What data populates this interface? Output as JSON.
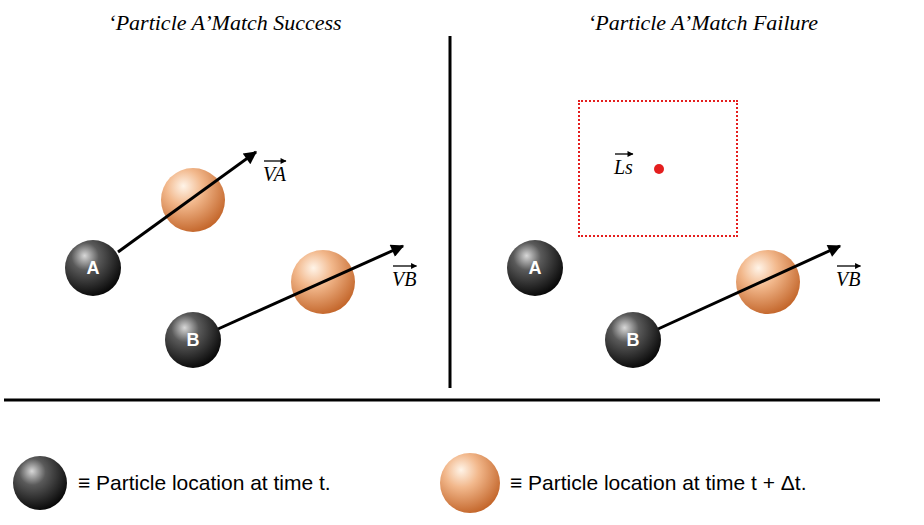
{
  "diagram": {
    "nodes": [
      {
        "text": [
          "A"
        ]
      },
      {
        "text": [
          "B"
        ]
      },
      {
        "text": [
          "Ls"
        ]
      },
      {
        "text": [
          "A"
        ]
      },
      {
        "text": [
          "B"
        ]
      }
    ],
    "labels": [
      "‘Particle A’Match Success",
      "VA",
      "VB",
      "‘Particle A’Match Failure",
      "VB"
    ],
    "legend": [
      {
        "text": "≡ Particle location at time t."
      },
      {
        "text": "≡ Particle location at time t + Δt."
      }
    ]
  }
}
